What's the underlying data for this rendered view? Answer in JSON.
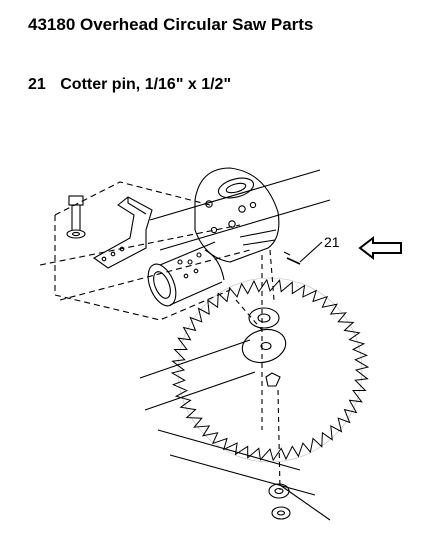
{
  "header": {
    "title": "43180 Overhead Circular Saw Parts"
  },
  "part": {
    "number": "21",
    "description": "Cotter pin, 1/16\" x 1/2\""
  },
  "diagram": {
    "callout_label": "21",
    "arrow_icon": "left-arrow-icon"
  }
}
